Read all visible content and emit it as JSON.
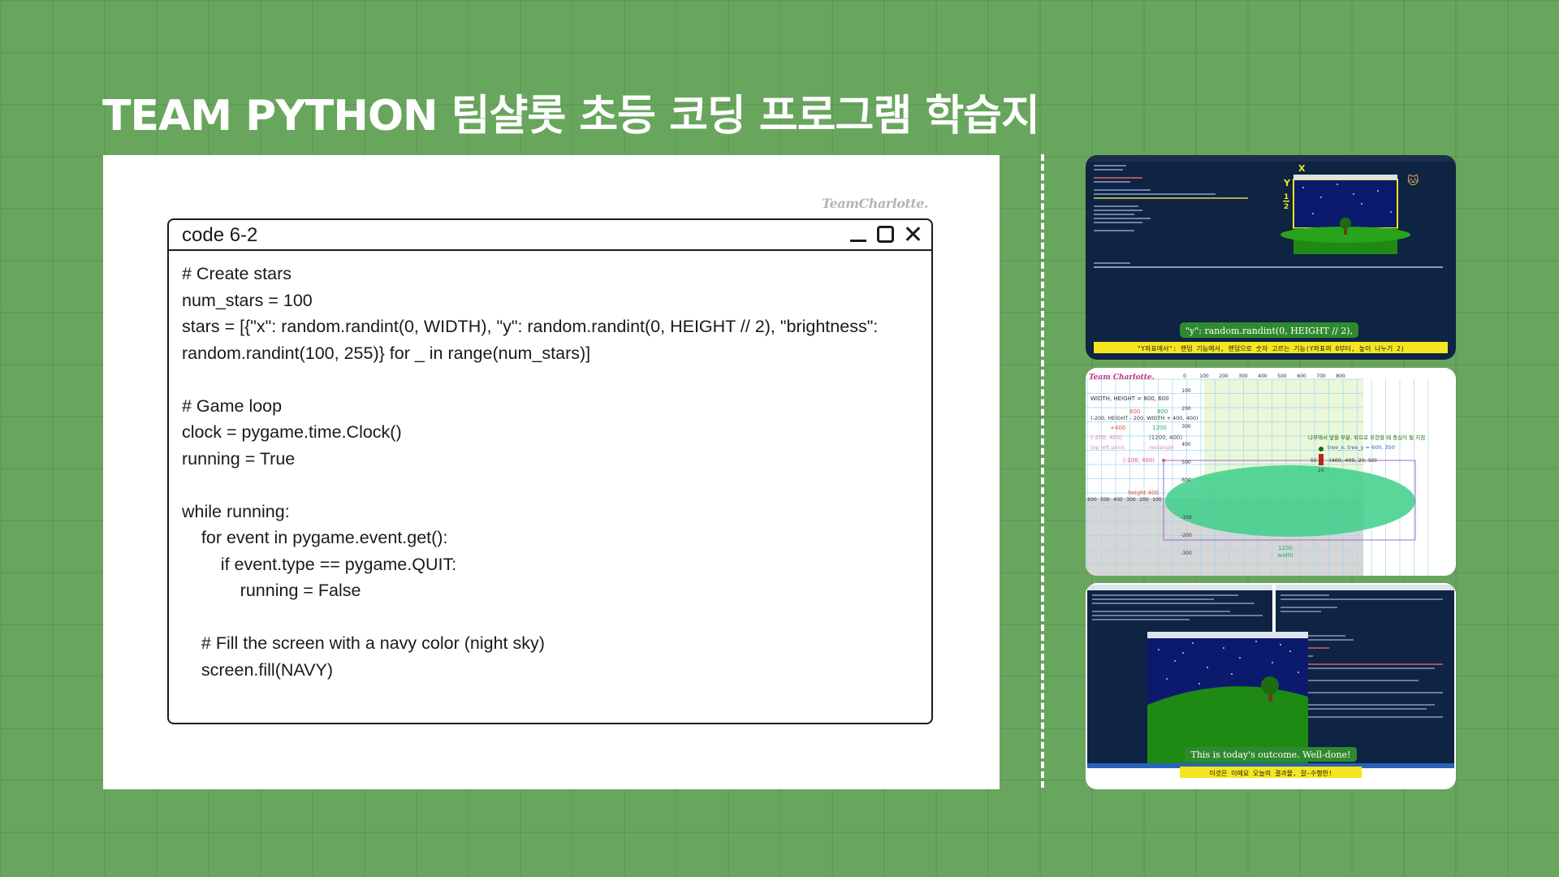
{
  "title": "TEAM PYTHON 팀샬롯 초등 코딩 프로그램 학습지",
  "brand": "TeamCharlotte.",
  "code_window": {
    "title": "code 6-2",
    "lines": [
      "# Create stars",
      "num_stars = 100",
      "stars = [{\"x\": random.randint(0, WIDTH), \"y\": random.randint(0, HEIGHT // 2), \"brightness\":",
      "random.randint(100, 255)} for _ in range(num_stars)]",
      "",
      "# Game loop",
      "clock = pygame.time.Clock()",
      "running = True",
      "",
      "while running:",
      "    for event in pygame.event.get():",
      "        if event.type == pygame.QUIT:",
      "            running = False",
      "",
      "    # Fill the screen with a navy color (night sky)",
      "    screen.fill(NAVY)"
    ]
  },
  "screens": {
    "shot1": {
      "axis_x": "X",
      "axis_y": "Y",
      "half_num": "1",
      "half_den": "2",
      "caption": "\"y\": random.randint(0, HEIGHT // 2),",
      "subcaption": "\"Y좌표에서\": 랜덤 기능에서, 랜덤으로 숫자 고르는 기능(Y좌표의 0부터, 높이 나누기 2)"
    },
    "shot2": {
      "brand": "Team Charlotte.",
      "width_height": "WIDTH, HEIGHT = 800, 600",
      "rect_args": "(-200, HEIGHT - 200, WIDTH + 400, 400)",
      "val_600": "600",
      "val_800": "800",
      "val_400": "+400",
      "val_1200": "1200",
      "top_left": "(-200, 400)",
      "rect_size": "(1200, 400)",
      "top_left_label": "top left point",
      "rect_label": "rectangle",
      "corner": "(-200, 400)",
      "height_label": "height 400",
      "width_val": "1200",
      "width_label": "width",
      "note": "나무에서 앞을 부분, 위으로 표현할 때 중심이 될 지점",
      "tree_xy": "tree_x, tree_y = 600, 350",
      "trunk": "(400, 400, 20, 50)",
      "trunk_w": "20",
      "trunk_h": "50",
      "x_ticks": [
        "0",
        "100",
        "200",
        "300",
        "400",
        "500",
        "600",
        "700",
        "800"
      ],
      "y_ticks": [
        "100",
        "200",
        "300",
        "400",
        "500",
        "600"
      ],
      "neg_x": [
        "600",
        "500",
        "400",
        "300",
        "200",
        "100"
      ],
      "neg_y": [
        "-100",
        "-200",
        "-300"
      ]
    },
    "shot3": {
      "caption": "This is today's outcome. Well-done!",
      "subcaption": "이것은 이에요 오늘의 결과물, 잘-수행한!"
    }
  },
  "colors": {
    "background": "#68a65d",
    "code_bg": "#0e2442",
    "sky": "#0c1a6e",
    "grass": "#1e8a14",
    "highlight": "#f5e61f",
    "ellipse": "#3dcf88"
  }
}
